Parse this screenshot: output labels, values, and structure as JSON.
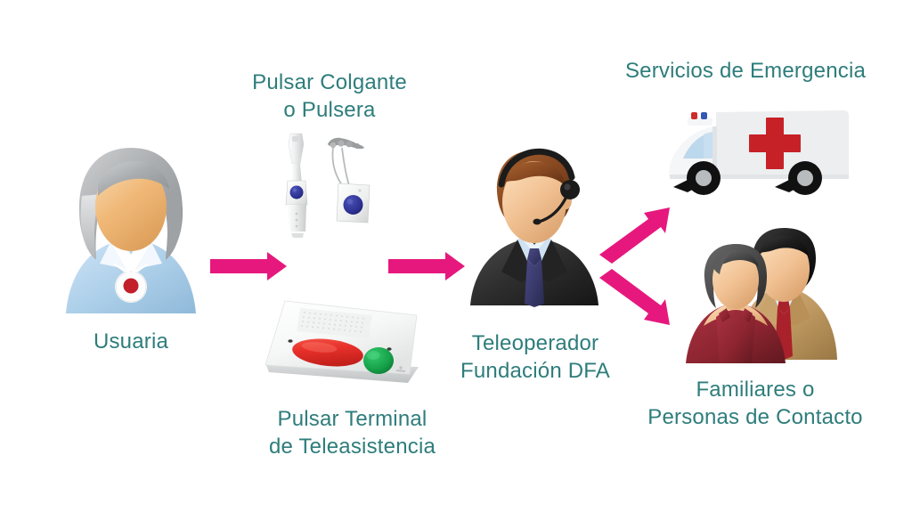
{
  "diagram": {
    "title": "Flujo de servicio de teleasistencia",
    "background_color": "#ffffff",
    "text_color": "#2e7d7b",
    "arrow_color": "#e6187d",
    "type": "flow-diagram"
  },
  "labels": {
    "user": "Usuaria",
    "pendant_line1": "Pulsar Colgante",
    "pendant_line2": "o Pulsera",
    "terminal_line1": "Pulsar Terminal",
    "terminal_line2": "de Teleasistencia",
    "operator_line1": "Teleoperador",
    "operator_line2": "Fundación DFA",
    "emergency": "Servicios de Emergencia",
    "family_line1": "Familiares o",
    "family_line2": "Personas de Contacto"
  },
  "nodes": [
    {
      "id": "usuaria",
      "label": "Usuaria",
      "icon": "elderly-woman-avatar-icon"
    },
    {
      "id": "colgante-pulsera",
      "label": "Pulsar Colgante o Pulsera",
      "icon": "pendant-and-wristband-icon"
    },
    {
      "id": "terminal",
      "label": "Pulsar Terminal de Teleasistencia",
      "icon": "telecare-terminal-icon"
    },
    {
      "id": "teleoperador",
      "label": "Teleoperador Fundación DFA",
      "icon": "operator-headset-avatar-icon"
    },
    {
      "id": "emergencia",
      "label": "Servicios de Emergencia",
      "icon": "ambulance-icon"
    },
    {
      "id": "familiares",
      "label": "Familiares o Personas de Contacto",
      "icon": "couple-avatar-icon"
    }
  ],
  "arrows": [
    {
      "id": "arrow-user-to-devices",
      "from": "usuaria",
      "to": "colgante-pulsera",
      "direction": "right"
    },
    {
      "id": "arrow-devices-to-operator",
      "from": "colgante-pulsera",
      "to": "teleoperador",
      "direction": "right"
    },
    {
      "id": "arrow-operator-to-emergency",
      "from": "teleoperador",
      "to": "emergencia",
      "direction": "up-right"
    },
    {
      "id": "arrow-operator-to-family",
      "from": "teleoperador",
      "to": "familiares",
      "direction": "down-right"
    }
  ],
  "colors": {
    "accent_magenta": "#e6187d",
    "teal_text": "#2e7d7b",
    "red_cross": "#c62127",
    "device_button_blue": "#2b2f8f",
    "terminal_red": "#e8312a",
    "terminal_green": "#16a34a",
    "shirt_blue": "#b8d7ef",
    "suit_dark": "#2b2b2b",
    "jacket_tan": "#c09a62",
    "top_dark_red": "#8d2530",
    "hair_gray": "#b9bbbd",
    "skin_tan": "#f0bb84"
  }
}
